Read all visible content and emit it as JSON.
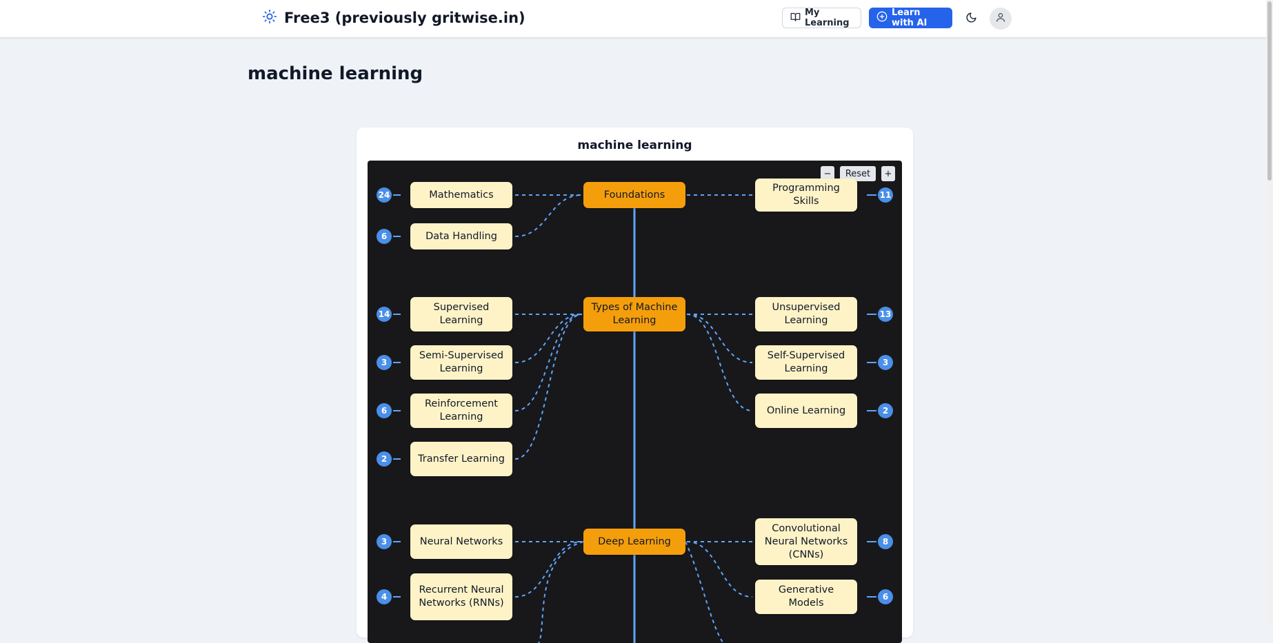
{
  "header": {
    "brand_title": "Free3 (previously gritwise.in)",
    "brand_icon": "sun-icon",
    "my_learning_label": "My Learning",
    "learn_ai_label": "Learn with AI",
    "theme_icon": "moon-icon",
    "user_icon": "user-icon"
  },
  "page": {
    "title": "machine learning"
  },
  "mindmap": {
    "title": "machine learning",
    "controls": {
      "zoom_out": "−",
      "reset": "Reset",
      "zoom_in": "+"
    },
    "colors": {
      "central": "#f59e0b",
      "node": "#fef3c7",
      "link": "#60a5fa",
      "badge": "#4a8fe8",
      "canvas": "#18181b"
    },
    "groups": [
      {
        "central": "Foundations",
        "left": [
          {
            "label": "Mathematics",
            "count": "24"
          },
          {
            "label": "Data Handling",
            "count": "6"
          }
        ],
        "right": [
          {
            "label": "Programming Skills",
            "count": "11"
          }
        ]
      },
      {
        "central": "Types of Machine Learning",
        "left": [
          {
            "label": "Supervised Learning",
            "count": "14"
          },
          {
            "label": "Semi-Supervised Learning",
            "count": "3"
          },
          {
            "label": "Reinforcement Learning",
            "count": "6"
          },
          {
            "label": "Transfer Learning",
            "count": "2"
          }
        ],
        "right": [
          {
            "label": "Unsupervised Learning",
            "count": "13"
          },
          {
            "label": "Self-Supervised Learning",
            "count": "3"
          },
          {
            "label": "Online Learning",
            "count": "2"
          }
        ]
      },
      {
        "central": "Deep Learning",
        "left": [
          {
            "label": "Neural Networks",
            "count": "3"
          },
          {
            "label": "Recurrent Neural Networks (RNNs)",
            "count": "4"
          }
        ],
        "right": [
          {
            "label": "Convolutional Neural Networks (CNNs)",
            "count": "8"
          },
          {
            "label": "Generative Models",
            "count": "6"
          }
        ]
      }
    ]
  }
}
